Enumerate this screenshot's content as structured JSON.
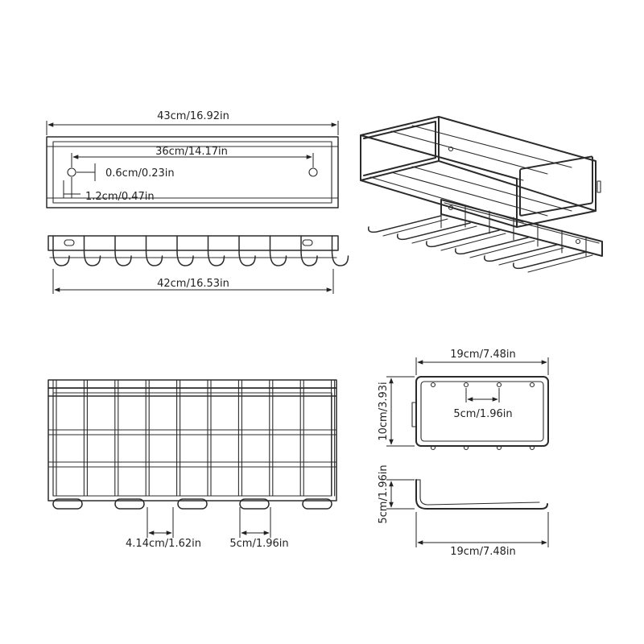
{
  "dimensions": {
    "top_total_width": "43cm/16.92in",
    "hole_spacing": "36cm/14.17in",
    "hole_diameter": "0.6cm/0.23in",
    "hole_offset": "1.2cm/0.47in",
    "hook_bar_width": "42cm/16.53in",
    "slot_width": "4.14cm/1.62in",
    "slot_spacing": "5cm/1.96in",
    "side_width": "19cm/7.48in",
    "side_height": "10cm/3.93i",
    "side_hook_spacing": "5cm/1.96in",
    "profile_height": "5cm/1.96in",
    "profile_width": "19cm/7.48in"
  },
  "colors": {
    "line": "#2b2b2b",
    "background": "#ffffff"
  }
}
